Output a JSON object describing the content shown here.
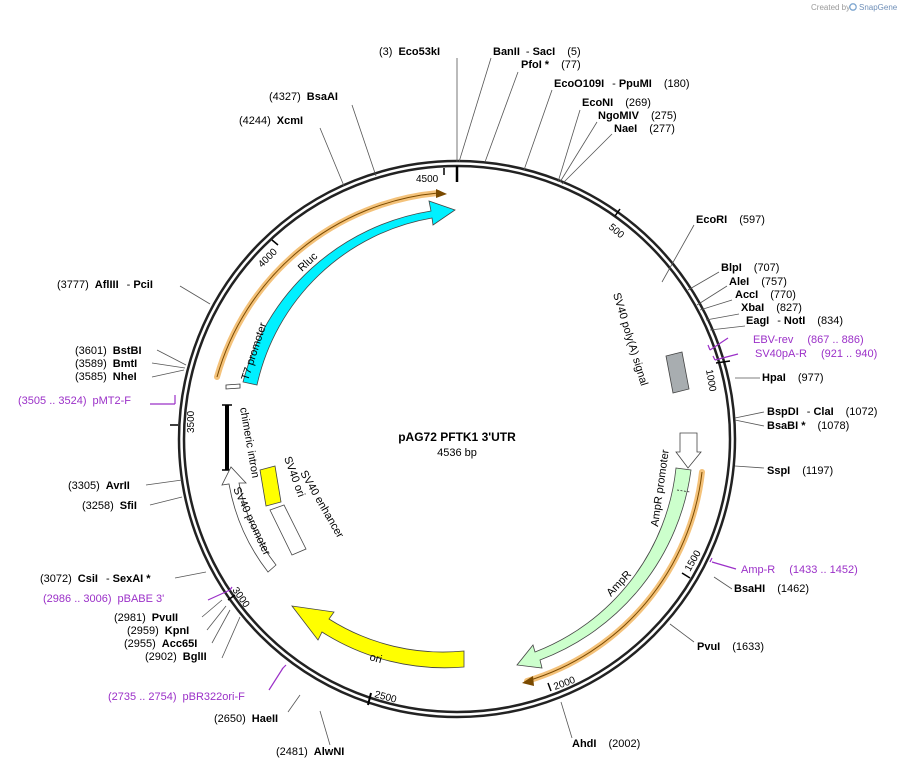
{
  "header": {
    "credit_text": "Created by",
    "credit_brand": "SnapGene"
  },
  "plasmid": {
    "name": "pAG72 PFTK1 3'UTR",
    "size_label": "4536 bp",
    "length": 4536
  },
  "colors": {
    "cyan": "#00f0ff",
    "yellow": "#ffff00",
    "green": "#ccffcc",
    "gray": "#a8adb0",
    "white": "#ffffff",
    "primer": "#9b30c8",
    "orange": "#f4b860",
    "dark": "#7a4a00"
  },
  "ticks": [
    "500",
    "1000",
    "1500",
    "2000",
    "2500",
    "3000",
    "3500",
    "4000",
    "4500"
  ],
  "sites": [
    {
      "pos": "(3)",
      "name": "Eco53kI",
      "extra": "",
      "star": ""
    },
    {
      "pos": "(5)",
      "name": "BanII",
      "extra": "SacI",
      "star": ""
    },
    {
      "pos": "(77)",
      "name": "PfoI",
      "extra": "",
      "star": "*"
    },
    {
      "pos": "(180)",
      "name": "EcoO109I",
      "extra": "PpuMI",
      "star": ""
    },
    {
      "pos": "(269)",
      "name": "EcoNI",
      "extra": "",
      "star": ""
    },
    {
      "pos": "(275)",
      "name": "NgoMIV",
      "extra": "",
      "star": ""
    },
    {
      "pos": "(277)",
      "name": "NaeI",
      "extra": "",
      "star": ""
    },
    {
      "pos": "(597)",
      "name": "EcoRI",
      "extra": "",
      "star": ""
    },
    {
      "pos": "(707)",
      "name": "BlpI",
      "extra": "",
      "star": ""
    },
    {
      "pos": "(757)",
      "name": "AleI",
      "extra": "",
      "star": ""
    },
    {
      "pos": "(770)",
      "name": "AccI",
      "extra": "",
      "star": ""
    },
    {
      "pos": "(827)",
      "name": "XbaI",
      "extra": "",
      "star": ""
    },
    {
      "pos": "(834)",
      "name": "EagI",
      "extra": "NotI",
      "star": ""
    },
    {
      "pos": "(977)",
      "name": "HpaI",
      "extra": "",
      "star": ""
    },
    {
      "pos": "(1072)",
      "name": "BspDI",
      "extra": "ClaI",
      "star": ""
    },
    {
      "pos": "(1078)",
      "name": "BsaBI",
      "extra": "",
      "star": "*"
    },
    {
      "pos": "(1197)",
      "name": "SspI",
      "extra": "",
      "star": ""
    },
    {
      "pos": "(1462)",
      "name": "BsaHI",
      "extra": "",
      "star": ""
    },
    {
      "pos": "(1633)",
      "name": "PvuI",
      "extra": "",
      "star": ""
    },
    {
      "pos": "(2002)",
      "name": "AhdI",
      "extra": "",
      "star": ""
    },
    {
      "pos": "(2481)",
      "name": "AlwNI",
      "extra": "",
      "star": ""
    },
    {
      "pos": "(2650)",
      "name": "HaeII",
      "extra": "",
      "star": ""
    },
    {
      "pos": "(2902)",
      "name": "BglII",
      "extra": "",
      "star": ""
    },
    {
      "pos": "(2955)",
      "name": "Acc65I",
      "extra": "",
      "star": ""
    },
    {
      "pos": "(2959)",
      "name": "KpnI",
      "extra": "",
      "star": ""
    },
    {
      "pos": "(2981)",
      "name": "PvuII",
      "extra": "",
      "star": ""
    },
    {
      "pos": "(3072)",
      "name": "CsiI",
      "extra": "SexAI",
      "star": "*"
    },
    {
      "pos": "(3258)",
      "name": "SfiI",
      "extra": "",
      "star": ""
    },
    {
      "pos": "(3305)",
      "name": "AvrII",
      "extra": "",
      "star": ""
    },
    {
      "pos": "(3585)",
      "name": "NheI",
      "extra": "",
      "star": ""
    },
    {
      "pos": "(3589)",
      "name": "BmtI",
      "extra": "",
      "star": ""
    },
    {
      "pos": "(3601)",
      "name": "BstBI",
      "extra": "",
      "star": ""
    },
    {
      "pos": "(3777)",
      "name": "AflIII",
      "extra": "PciI",
      "star": ""
    },
    {
      "pos": "(4244)",
      "name": "XcmI",
      "extra": "",
      "star": ""
    },
    {
      "pos": "(4327)",
      "name": "BsaAI",
      "extra": "",
      "star": ""
    }
  ],
  "primers": [
    {
      "name": "EBV-rev",
      "range": "(867 .. 886)"
    },
    {
      "name": "SV40pA-R",
      "range": "(921 .. 940)"
    },
    {
      "name": "Amp-R",
      "range": "(1433 .. 1452)"
    },
    {
      "name": "pBABE 3'",
      "range": "(2986 .. 3006)"
    },
    {
      "name": "pBR322ori-F",
      "range": "(2735 .. 2754)"
    },
    {
      "name": "pMT2-F",
      "range": "(3505 .. 3524)"
    }
  ],
  "features": [
    {
      "name": "Rluc"
    },
    {
      "name": "T7 promoter"
    },
    {
      "name": "chimeric intron"
    },
    {
      "name": "SV40 poly(A) signal"
    },
    {
      "name": "AmpR promoter"
    },
    {
      "name": "AmpR"
    },
    {
      "name": "ori"
    },
    {
      "name": "SV40 promoter"
    },
    {
      "name": "SV40 ori"
    },
    {
      "name": "SV40 enhancer"
    }
  ]
}
